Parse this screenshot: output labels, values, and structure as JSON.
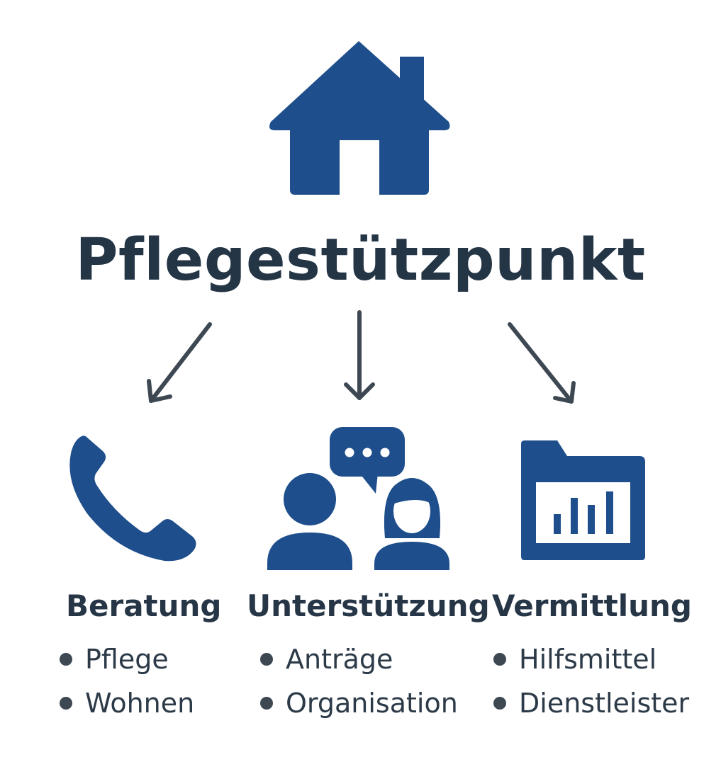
{
  "title": "Pflegestützpunkt",
  "colors": {
    "icon_blue": "#1e4e8c",
    "arrow_gray": "#3e4853",
    "text_dark": "#273646"
  },
  "center_icon": "house-icon",
  "branches": [
    {
      "icon": "phone-icon",
      "heading": "Beratung",
      "items": [
        "Pflege",
        "Wohnen"
      ]
    },
    {
      "icon": "people-chat-icon",
      "heading": "Unterstützung",
      "items": [
        "Anträge",
        "Organisation"
      ]
    },
    {
      "icon": "chart-folder-icon",
      "heading": "Vermittlung",
      "items": [
        "Hilfsmittel",
        "Dienstleister"
      ]
    }
  ]
}
